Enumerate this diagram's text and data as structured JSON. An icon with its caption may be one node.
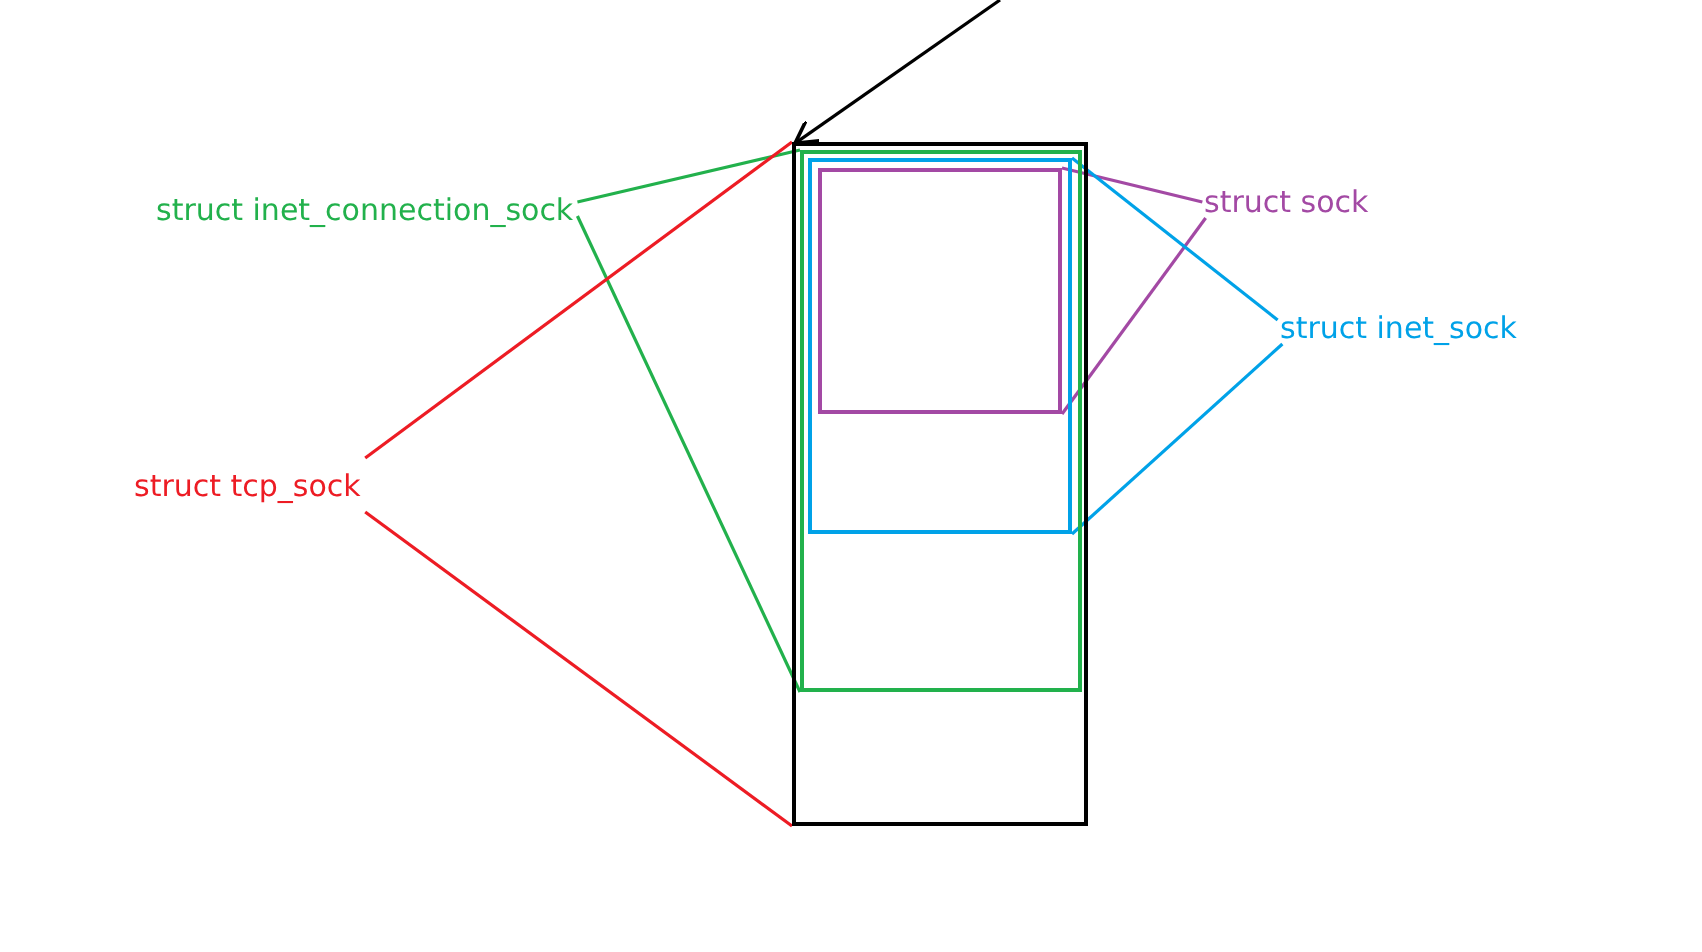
{
  "diagram": {
    "nodes": [
      {
        "text": [],
        "shape": "box"
      },
      {
        "text": [],
        "shape": "box",
        "in": 0
      },
      {
        "text": [],
        "shape": "box",
        "in": 1
      },
      {
        "text": [],
        "shape": "box",
        "in": 2
      },
      {
        "text": [
          "struct inet_connection_sock"
        ]
      },
      {
        "text": [
          "struct sock"
        ]
      },
      {
        "text": [
          "struct inet_sock"
        ]
      },
      {
        "text": [
          "struct tcp_sock"
        ]
      }
    ],
    "edges": [
      {
        "from": null,
        "to": 0,
        "arrow": "to",
        "color": "#000000"
      },
      {
        "from": 4,
        "to": 1,
        "arrow": "none",
        "color": "#22b14c"
      },
      {
        "from": 4,
        "to": 1,
        "arrow": "none",
        "color": "#22b14c"
      },
      {
        "from": 5,
        "to": 3,
        "arrow": "none",
        "color": "#a349a4"
      },
      {
        "from": 5,
        "to": 3,
        "arrow": "none",
        "color": "#a349a4"
      },
      {
        "from": 6,
        "to": 2,
        "arrow": "none",
        "color": "#00a2e8"
      },
      {
        "from": 6,
        "to": 2,
        "arrow": "none",
        "color": "#00a2e8"
      },
      {
        "from": 7,
        "to": 0,
        "arrow": "none",
        "color": "#ed1c24"
      },
      {
        "from": 7,
        "to": 0,
        "arrow": "none",
        "color": "#ed1c24"
      }
    ]
  }
}
